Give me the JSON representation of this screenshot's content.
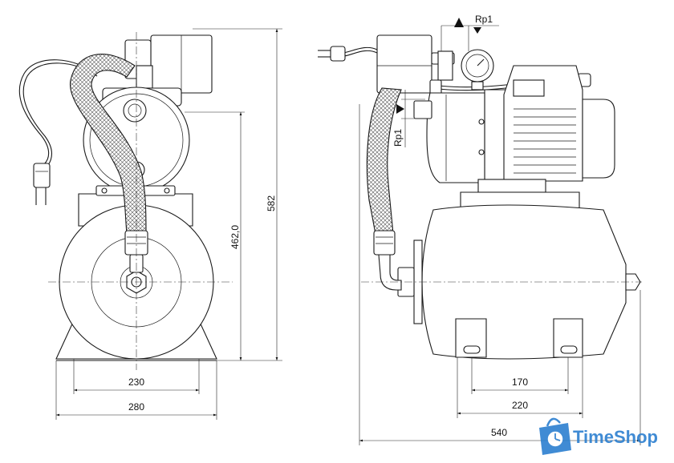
{
  "front_view": {
    "dim_overall_height": "582",
    "dim_centre_height": "462,0",
    "dim_foot_spacing": "230",
    "dim_base_width": "280"
  },
  "side_view": {
    "dim_outlet_thread": "Rp1",
    "dim_inlet_thread": "Rp1",
    "dim_foot_spacing": "170",
    "dim_base_depth": "220",
    "dim_overall_length": "540"
  },
  "watermark": {
    "brand": "TimeShop",
    "icon": "clock-bag-icon",
    "color": "#2c7fd0"
  }
}
